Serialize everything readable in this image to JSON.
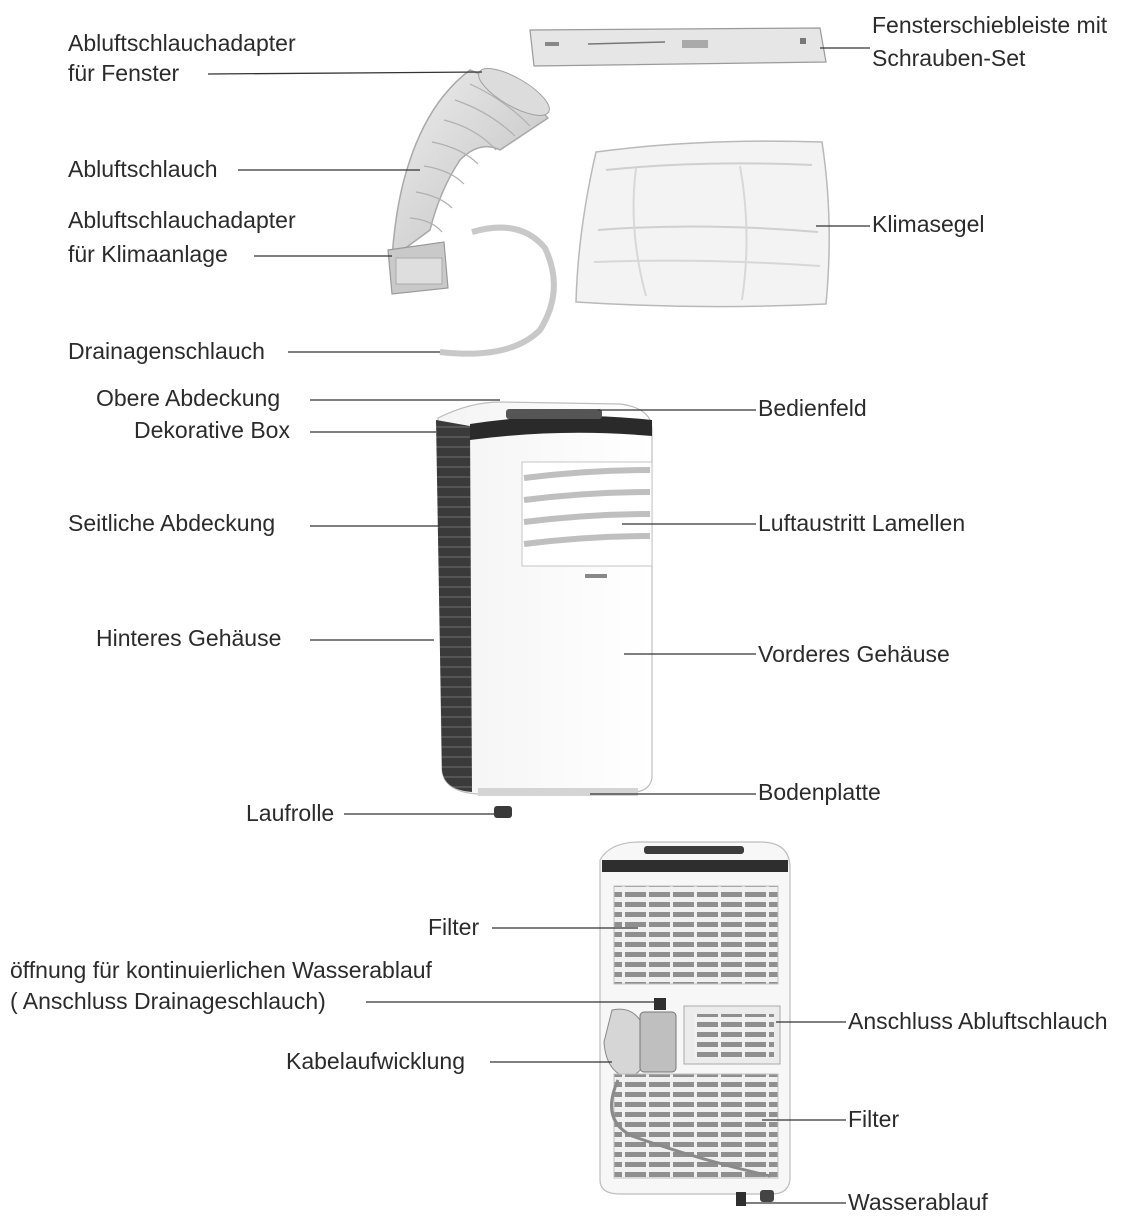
{
  "labels": {
    "hose_adapter_window_1": "Abluftschlauchadapter",
    "hose_adapter_window_2": "für Fenster",
    "window_slider_1": "Fensterschiebleiste mit",
    "window_slider_2": "Schrauben-Set",
    "exhaust_hose": "Abluftschlauch",
    "hose_adapter_unit_1": "Abluftschlauchadapter",
    "hose_adapter_unit_2": "für Klimaanlage",
    "climate_sail": "Klimasegel",
    "drain_hose": "Drainagenschlauch",
    "top_cover": "Obere Abdeckung",
    "control_panel": "Bedienfeld",
    "decorative_box": "Dekorative Box",
    "side_cover": "Seitliche Abdeckung",
    "air_louvers": "Luftaustritt Lamellen",
    "rear_housing": "Hinteres Gehäuse",
    "front_housing": "Vorderes Gehäuse",
    "base_plate": "Bodenplatte",
    "caster": "Laufrolle",
    "filter_upper": "Filter",
    "continuous_drain_1": "öffnung für kontinuierlichen Wasserablauf",
    "continuous_drain_2": "( Anschluss Drainageschlauch)",
    "exhaust_connection": "Anschluss Abluftschlauch",
    "cable_winder": "Kabelaufwicklung",
    "filter_lower": "Filter",
    "water_drain": "Wasserablauf"
  },
  "colors": {
    "text": "#2b2b2b",
    "leader_line": "#333333",
    "housing": "#ffffff",
    "housing_dark": "#2a2a2a",
    "grille": "#8a8a8a",
    "hose": "#d6d6d6"
  }
}
